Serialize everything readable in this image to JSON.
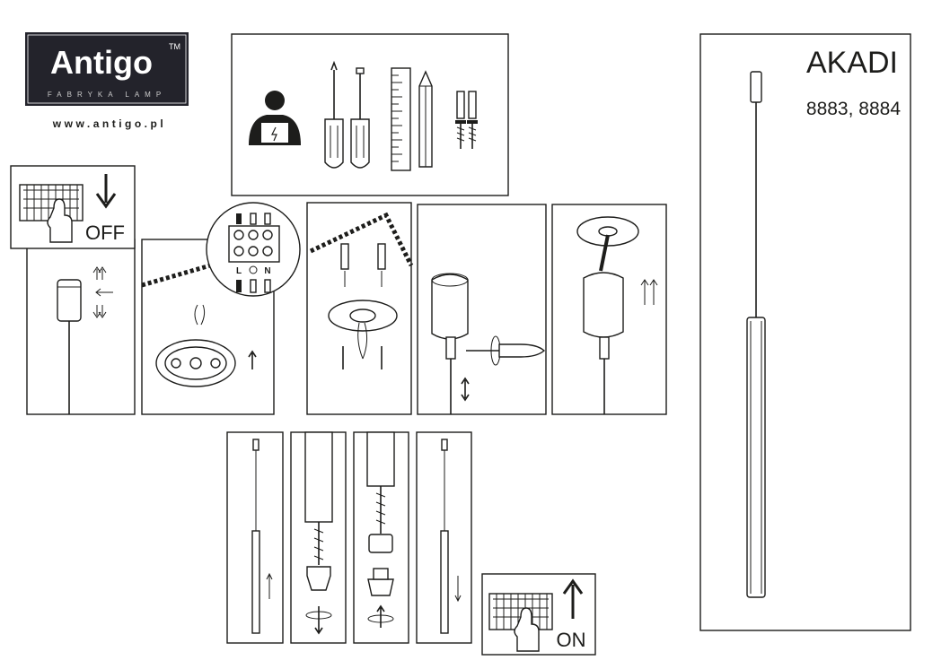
{
  "logo": {
    "brand": "Antigo",
    "trademark": "TM",
    "tagline": "FABRYKA LAMP",
    "url": "www.antigo.pl",
    "color": "#23232b"
  },
  "product": {
    "name": "AKADI",
    "codes": "8883, 8884"
  },
  "power_off": {
    "label": "OFF"
  },
  "power_on": {
    "label": "ON"
  },
  "terminal": {
    "live": "L",
    "neutral": "N"
  },
  "tools": [
    "electrician-icon",
    "screwdriver-phillips-icon",
    "screwdriver-flat-icon",
    "ruler-icon",
    "pencil-icon",
    "wall-plugs-icon"
  ]
}
